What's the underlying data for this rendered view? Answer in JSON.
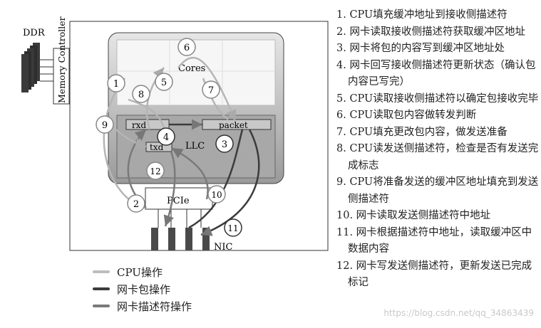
{
  "diagram": {
    "ddr": "DDR",
    "memory_controller": "Memory Controller",
    "cores": "Cores",
    "llc": "LLC",
    "rxd": "rxd",
    "packet": "packet",
    "txd": "txd",
    "pcie": "PCIe",
    "nic": "NIC",
    "markers": [
      "1",
      "2",
      "3",
      "4",
      "5",
      "6",
      "7",
      "8",
      "9",
      "10",
      "11",
      "12"
    ]
  },
  "legend": [
    {
      "label": "CPU操作",
      "color": "#bdbdbd"
    },
    {
      "label": "网卡包操作",
      "color": "#3c3c3c"
    },
    {
      "label": "网卡描述符操作",
      "color": "#7a7a7a"
    }
  ],
  "steps": [
    "1. CPU填充缓冲地址到接收侧描述符",
    "2. 网卡读取接收侧描述符获取缓冲区地址",
    "3. 网卡将包的内容写到缓冲区地址处",
    "4. 网卡回写接收侧描述符更新状态（确认包内容已写完）",
    "5. CPU读取接收侧描述符以确定包接收完毕",
    "6. CPU读取包内容做转发判断",
    "7. CPU填充更改包内容，做发送准备",
    "8. CPU读发送侧描述符，检查是否有发送完成标志",
    "9. CPU将准备发送的缓冲区地址填充到发送侧描述符",
    "10. 网卡读取发送侧描述符中地址",
    "11. 网卡根据描述符中地址，读取缓冲区中数据内容",
    "12. 网卡写发送侧描述符，更新发送已完成标记"
  ],
  "watermark": "https://blog.csdn.net/qq_34863439"
}
